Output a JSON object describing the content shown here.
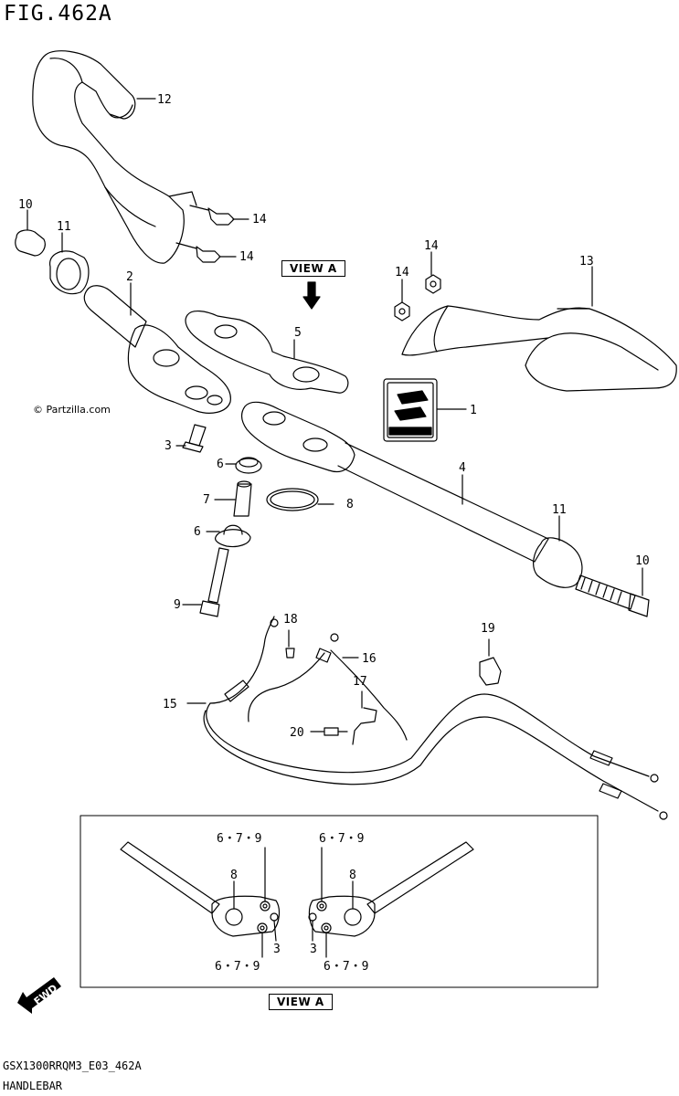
{
  "figure": {
    "title": "FIG.462A",
    "model_code": "GSX1300RRQM3_E03_462A",
    "name": "HANDLEBAR",
    "watermark": "© Partzilla.com",
    "view_label": "VIEW A",
    "fwd_label": "FWD"
  },
  "callouts": {
    "c12": "12",
    "c10a": "10",
    "c11a": "11",
    "c14a": "14",
    "c14b": "14",
    "c14c": "14",
    "c14d": "14",
    "c13": "13",
    "c2": "2",
    "c5": "5",
    "c1": "1",
    "c3": "3",
    "c6a": "6",
    "c7": "7",
    "c8": "8",
    "c6b": "6",
    "c9": "9",
    "c4": "4",
    "c11b": "11",
    "c10b": "10",
    "c18": "18",
    "c16": "16",
    "c19": "19",
    "c15": "15",
    "c17": "17",
    "c20": "20"
  },
  "view_a": {
    "top_left": "6・7・9",
    "top_right": "6・7・9",
    "bottom_left": "6・7・9",
    "bottom_right": "6・7・9",
    "left_8": "8",
    "right_8": "8",
    "left_3": "3",
    "right_3": "3"
  }
}
